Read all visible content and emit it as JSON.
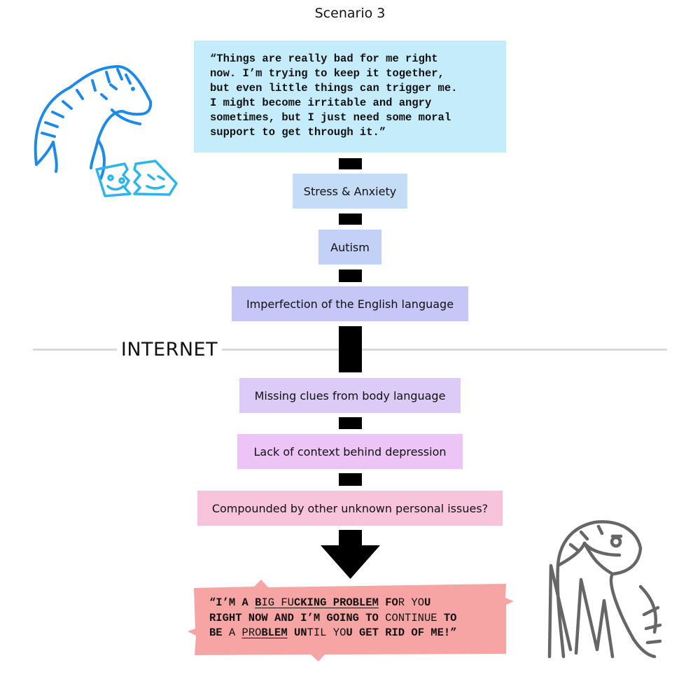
{
  "title": "Scenario 3",
  "quote": "“Things are really bad for me right\nnow. I’m trying to keep it together,\nbut even little things can trigger me.\nI might become irritable and angry\nsometimes, but I just need some moral\nsupport to get through it.”",
  "steps": [
    {
      "label": "Stress & Anxiety",
      "color": "#c4dcf6"
    },
    {
      "label": "Autism",
      "color": "#c4d1f6"
    },
    {
      "label": "Imperfection of the English language",
      "color": "#c6c6f7"
    },
    {
      "label": "Missing clues from body language",
      "color": "#dccbf6"
    },
    {
      "label": "Lack of context behind depression",
      "color": "#ecc4f6"
    },
    {
      "label": "Compounded by other unknown personal issues?",
      "color": "#f8c4dc"
    }
  ],
  "divider_label": "INTERNET",
  "outcome": {
    "background": "#f7a4a4",
    "lines": [
      [
        {
          "t": "“I’M A ",
          "s": "b"
        },
        {
          "t": "B",
          "s": "bu"
        },
        {
          "t": "IG FU",
          "s": "nu"
        },
        {
          "t": "CKING PROBLEM",
          "s": "bu"
        },
        {
          "t": " ",
          "s": "b"
        },
        {
          "t": "FO",
          "s": "b"
        },
        {
          "t": "R YO",
          "s": "n"
        },
        {
          "t": "U",
          "s": "b"
        }
      ],
      [
        {
          "t": "RIGHT NOW AND I’M GOING TO ",
          "s": "b"
        },
        {
          "t": "CONTINUE",
          "s": "n"
        },
        {
          "t": " TO",
          "s": "b"
        }
      ],
      [
        {
          "t": "BE ",
          "s": "b"
        },
        {
          "t": "A ",
          "s": "n"
        },
        {
          "t": "PRO",
          "s": "nu"
        },
        {
          "t": "BLEM",
          "s": "bu"
        },
        {
          "t": " ",
          "s": "b"
        },
        {
          "t": "UN",
          "s": "b"
        },
        {
          "t": "TIL YO",
          "s": "n"
        },
        {
          "t": "U ",
          "s": "b"
        },
        {
          "t": "GET RID OF ME!”",
          "s": "b"
        }
      ]
    ]
  },
  "colors": {
    "quote_bg": "#c5ecfb",
    "connector": "#000000",
    "divider": "#d9d9d9",
    "dino_blue": "#1f8ae6",
    "dino_light_blue": "#2db4ec",
    "dino_gray": "#666666"
  },
  "icons": [
    "blue-dinosaur-illustration",
    "torn-paper-faces-illustration",
    "gray-dinosaur-illustration",
    "down-arrow-icon"
  ]
}
